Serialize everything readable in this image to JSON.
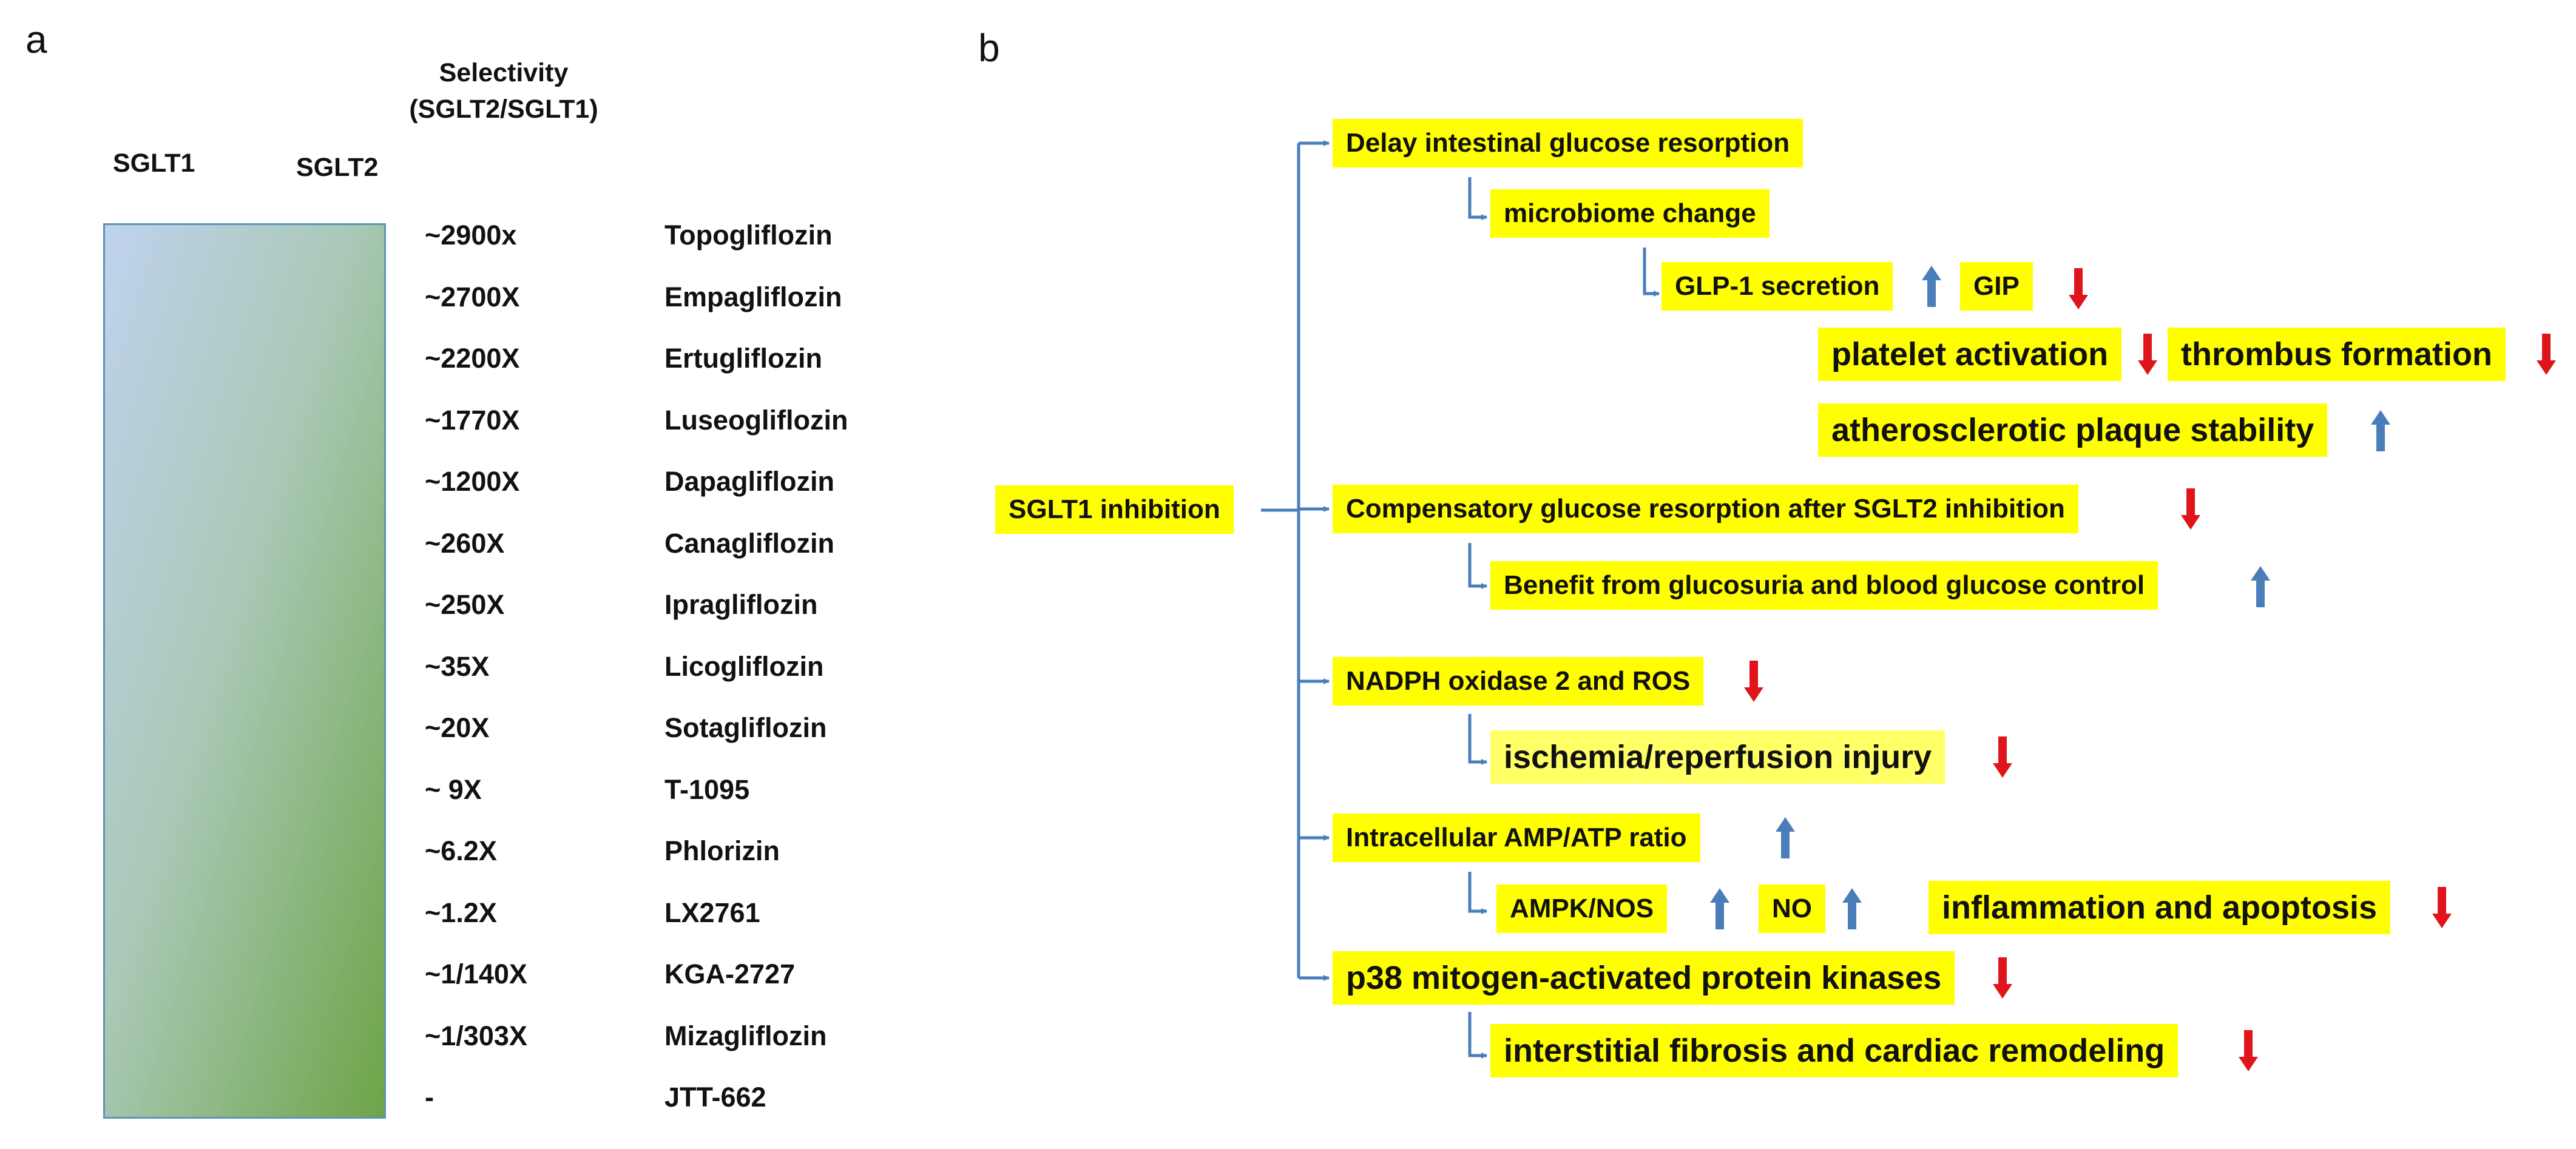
{
  "panel_a": {
    "label": "a",
    "selectivity_header": [
      "Selectivity",
      "(SGLT2/SGLT1)"
    ],
    "sglt1_label": "SGLT1",
    "sglt2_label": "SGLT2",
    "rows": [
      {
        "selectivity": "~2900x",
        "drug": "Topogliflozin"
      },
      {
        "selectivity": "~2700X",
        "drug": "Empagliflozin"
      },
      {
        "selectivity": "~2200X",
        "drug": "Ertugliflozin"
      },
      {
        "selectivity": "~1770X",
        "drug": "Luseogliflozin"
      },
      {
        "selectivity": "~1200X",
        "drug": "Dapagliflozin"
      },
      {
        "selectivity": "~260X",
        "drug": "Canagliflozin"
      },
      {
        "selectivity": "~250X",
        "drug": "Ipragliflozin"
      },
      {
        "selectivity": "~35X",
        "drug": "Licogliflozin"
      },
      {
        "selectivity": "~20X",
        "drug": "Sotagliflozin"
      },
      {
        "selectivity": "~ 9X",
        "drug": "T-1095"
      },
      {
        "selectivity": "~6.2X",
        "drug": "Phlorizin"
      },
      {
        "selectivity": "~1.2X",
        "drug": "LX2761"
      },
      {
        "selectivity": "~1/140X",
        "drug": "KGA-2727"
      },
      {
        "selectivity": "~1/303X",
        "drug": "Mizagliflozin"
      },
      {
        "selectivity": "-",
        "drug": "JTT-662"
      }
    ]
  },
  "panel_b": {
    "label": "b",
    "root": "SGLT1 inhibition",
    "nodes": {
      "delay": "Delay intestinal glucose resorption",
      "microbiome": "microbiome change",
      "glp1": "GLP-1 secretion",
      "gip": "GIP",
      "platelet": "platelet activation",
      "thrombus": "thrombus formation",
      "plaque": "atherosclerotic plaque stability",
      "compensatory": "Compensatory glucose resorption after SGLT2 inhibition",
      "benefit": "Benefit from glucosuria and blood glucose control",
      "nadph": "NADPH oxidase 2 and ROS",
      "ischemia": "ischemia/reperfusion injury",
      "ampatp": "Intracellular AMP/ATP ratio",
      "ampk": "AMPK/NOS",
      "no": "NO",
      "inflammation": "inflammation and apoptosis",
      "p38": "p38 mitogen-activated protein kinases",
      "fibrosis": "interstitial fibrosis and cardiac remodeling"
    },
    "arrow_colors": {
      "up": "#4a7ebb",
      "down": "#e0141b"
    }
  }
}
